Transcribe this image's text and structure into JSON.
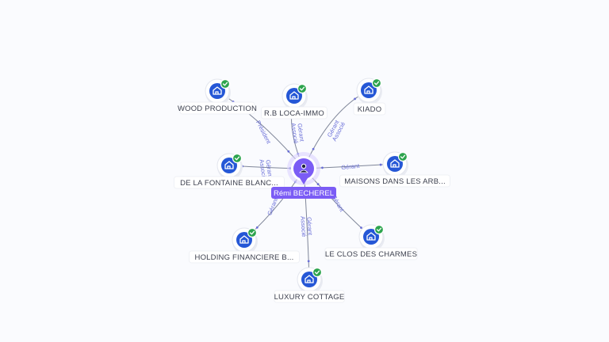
{
  "center": {
    "name": "Rémi BECHEREL",
    "icon": "person-icon",
    "color": "#7b5cf5"
  },
  "companies": [
    {
      "id": "wood",
      "name": "WOOD PRODUCTION",
      "icon": "company-icon",
      "verified": true
    },
    {
      "id": "rb",
      "name": "R.B LOCA-IMMO",
      "icon": "company-icon",
      "verified": true
    },
    {
      "id": "kiado",
      "name": "KIADO",
      "icon": "company-icon",
      "verified": true
    },
    {
      "id": "fontaine",
      "name": "DE LA FONTAINE BLANC...",
      "icon": "company-icon",
      "verified": true
    },
    {
      "id": "maisons",
      "name": "MAISONS DANS LES ARB...",
      "icon": "company-icon",
      "verified": true
    },
    {
      "id": "holding",
      "name": "HOLDING FINANCIERE B...",
      "icon": "company-icon",
      "verified": true
    },
    {
      "id": "clos",
      "name": "LE CLOS DES CHARMES",
      "icon": "company-icon",
      "verified": true
    },
    {
      "id": "luxury",
      "name": "LUXURY COTTAGE",
      "icon": "company-icon",
      "verified": true
    }
  ],
  "relations": [
    {
      "to": "wood",
      "label": "Président"
    },
    {
      "to": "rb",
      "label": "Gérant Associé"
    },
    {
      "to": "kiado",
      "label": "Gérant Associé"
    },
    {
      "to": "fontaine",
      "label": "Gérant Associé"
    },
    {
      "to": "maisons",
      "label": "Gérant"
    },
    {
      "to": "holding",
      "label": "Gérant"
    },
    {
      "to": "clos",
      "label": "Gérant"
    },
    {
      "to": "luxury",
      "label": "Gérant Associé"
    }
  ],
  "colors": {
    "node": "#2557d6",
    "verified": "#2da44e",
    "edge_label": "#6a6fd8"
  }
}
